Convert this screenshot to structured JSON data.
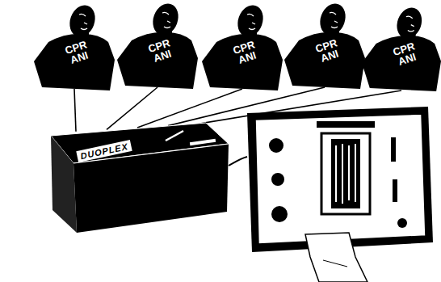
{
  "diagram": {
    "nodes": [
      {
        "text": [
          "CPR ANI"
        ]
      },
      {
        "text": [
          "CPR ANI"
        ]
      },
      {
        "text": [
          "CPR ANI"
        ]
      },
      {
        "text": [
          "CPR ANI"
        ]
      },
      {
        "text": [
          "CPR ANI"
        ]
      },
      {
        "text": [
          "DUOPLEX"
        ]
      }
    ],
    "edges": [
      {
        "from": 0,
        "to": 5,
        "arrow": "none"
      },
      {
        "from": 1,
        "to": 5,
        "arrow": "none"
      },
      {
        "from": 2,
        "to": 5,
        "arrow": "none"
      },
      {
        "from": 3,
        "to": 5,
        "arrow": "none"
      },
      {
        "from": 4,
        "to": 5,
        "arrow": "none"
      }
    ]
  }
}
